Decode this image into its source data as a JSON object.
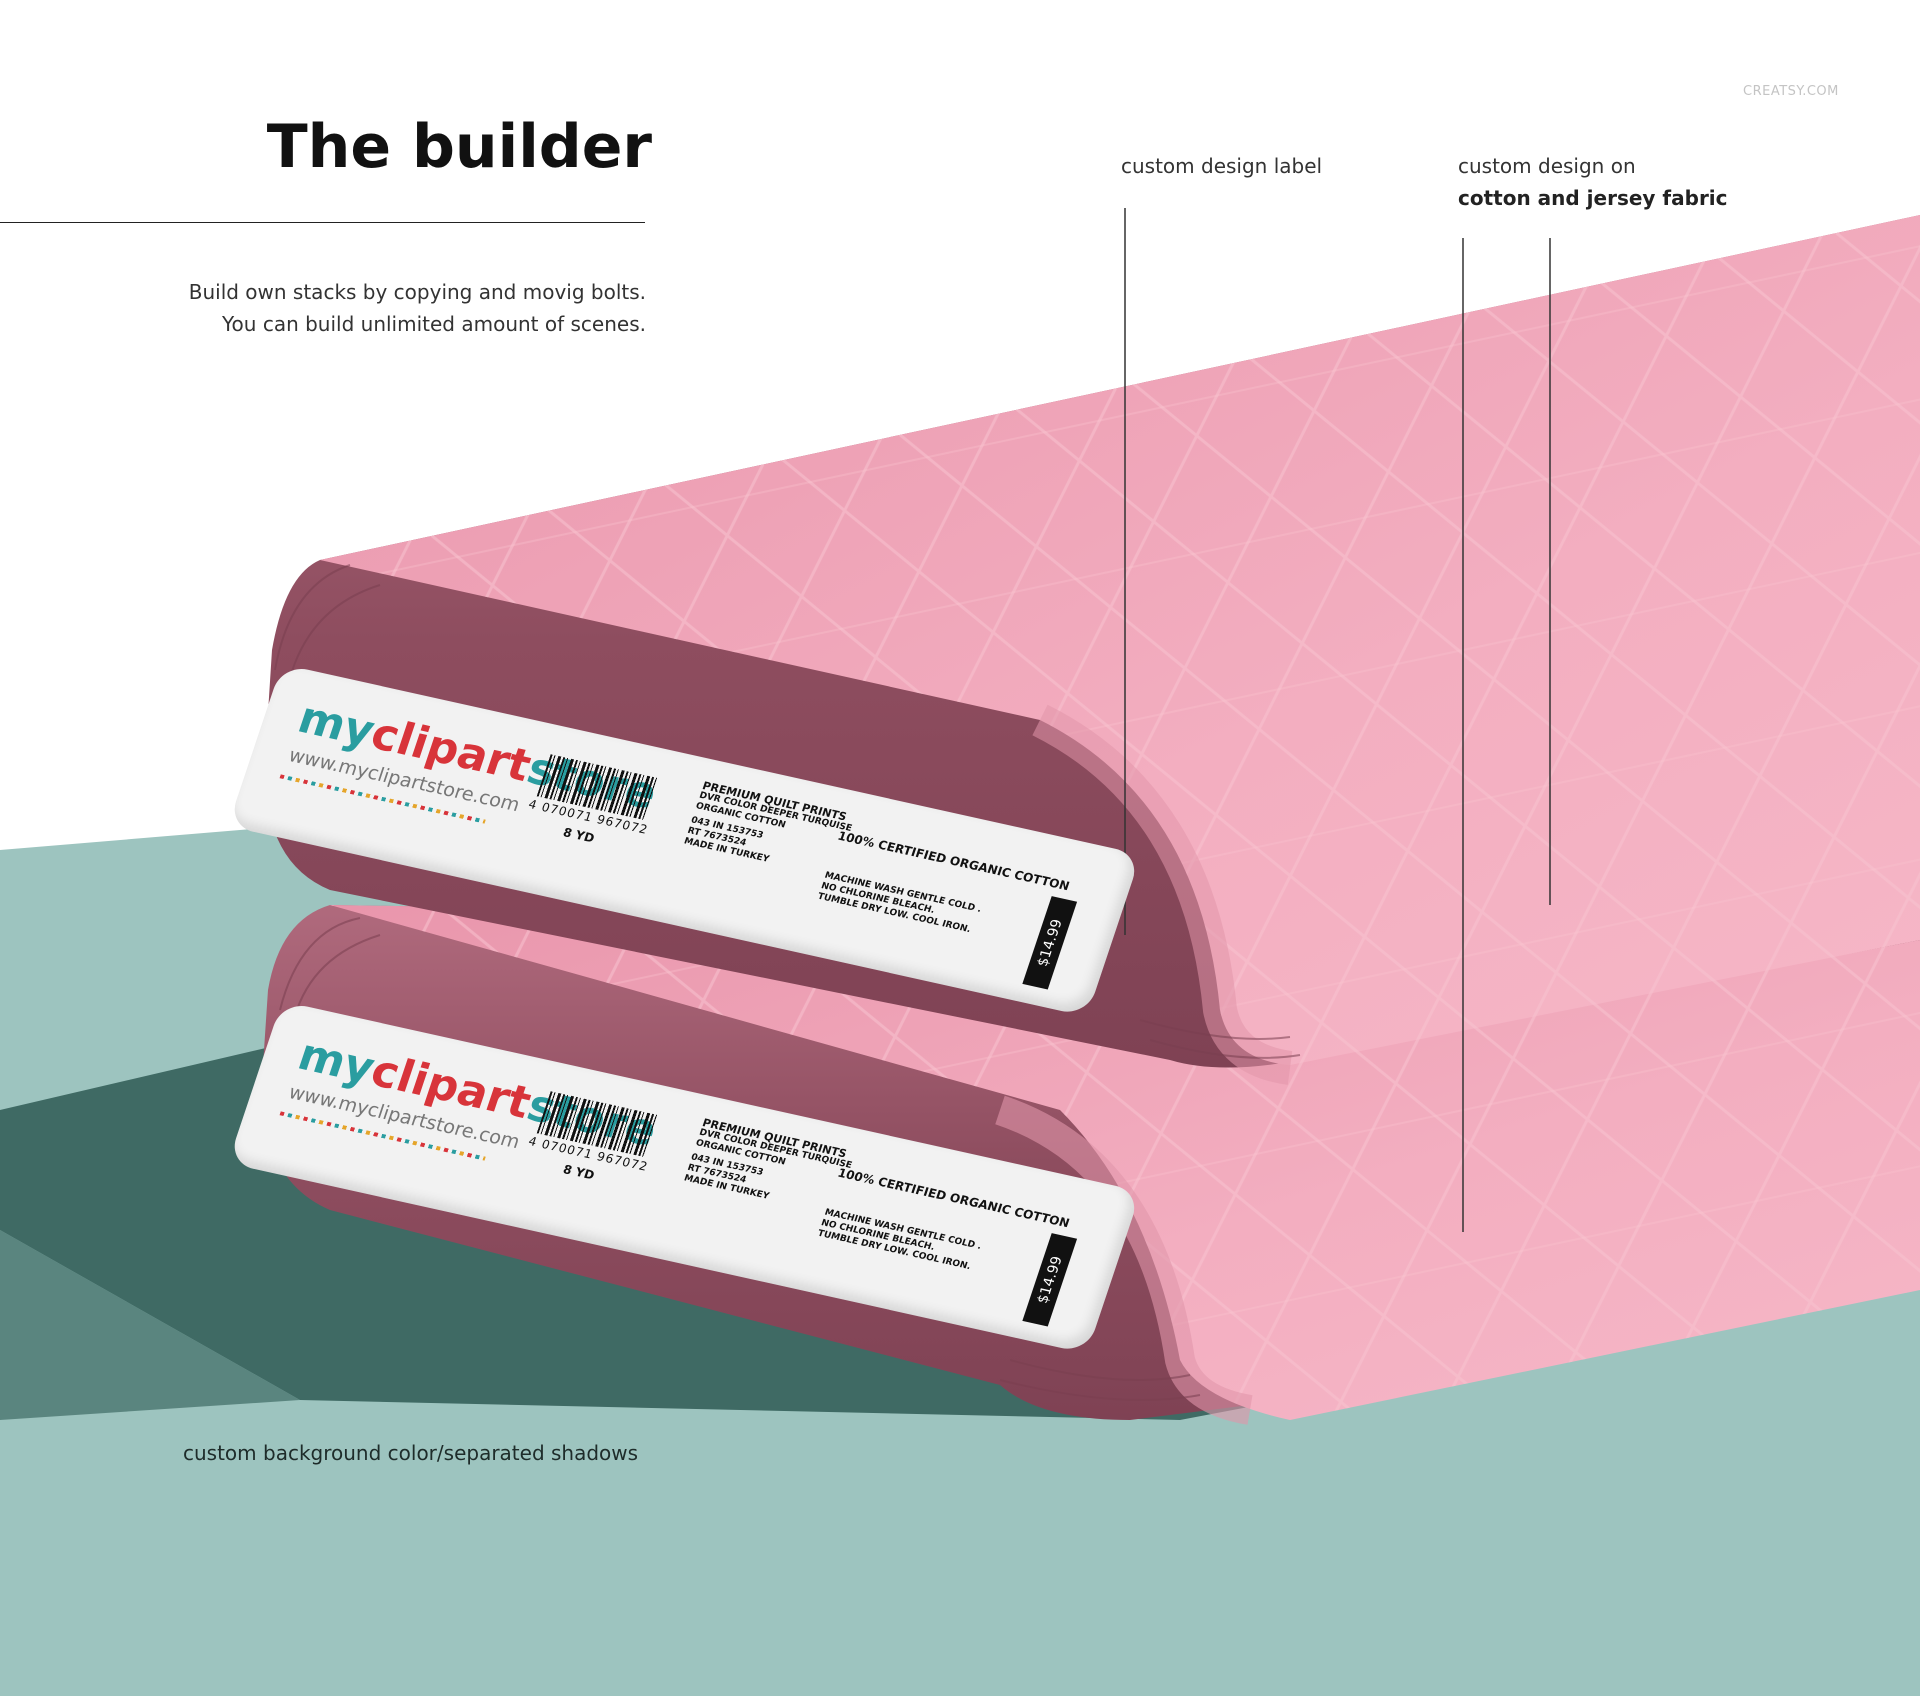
{
  "watermark": "CREATSY.COM",
  "heading": {
    "title": "The builder",
    "description": [
      "Build own stacks by copying and movig bolts.",
      "You can build unlimited amount of scenes."
    ]
  },
  "callouts": {
    "label": "custom design label",
    "fabric_line1": "custom design on",
    "fabric_line2": "cotton and jersey fabric",
    "background": "custom background color/separated shadows"
  },
  "label_card": {
    "brand_my": "my",
    "brand_clipart": "clipart",
    "brand_store": "store",
    "brand_url": "www.myclipartstore.com",
    "barcode_number": "4 070071 967072",
    "yardage": "8 YD",
    "product_lines": [
      "PREMIUM QUILT PRINTS",
      "DVR COLOR DEEPER TURQUISE",
      "ORGANIC COTTON",
      "043 IN 153753",
      "RT 7673524",
      "MADE IN TURKEY"
    ],
    "certified": "100%  CERTIFIED ORGANIC COTTON",
    "care_lines": [
      "MACHINE WASH GENTLE COLD .",
      "NO CHLORINE BLEACH.",
      "TUMBLE DRY LOW. COOL IRON."
    ],
    "price": "$14.99"
  },
  "colors": {
    "background": "#9dc4bf",
    "shadow": "#3f6a64",
    "fabric_top": "#f0a6b8",
    "fabric_edge": "#9e5a6c",
    "card": "#f2f2f2",
    "brand_teal": "#2a9da0",
    "brand_red": "#d8343a"
  }
}
